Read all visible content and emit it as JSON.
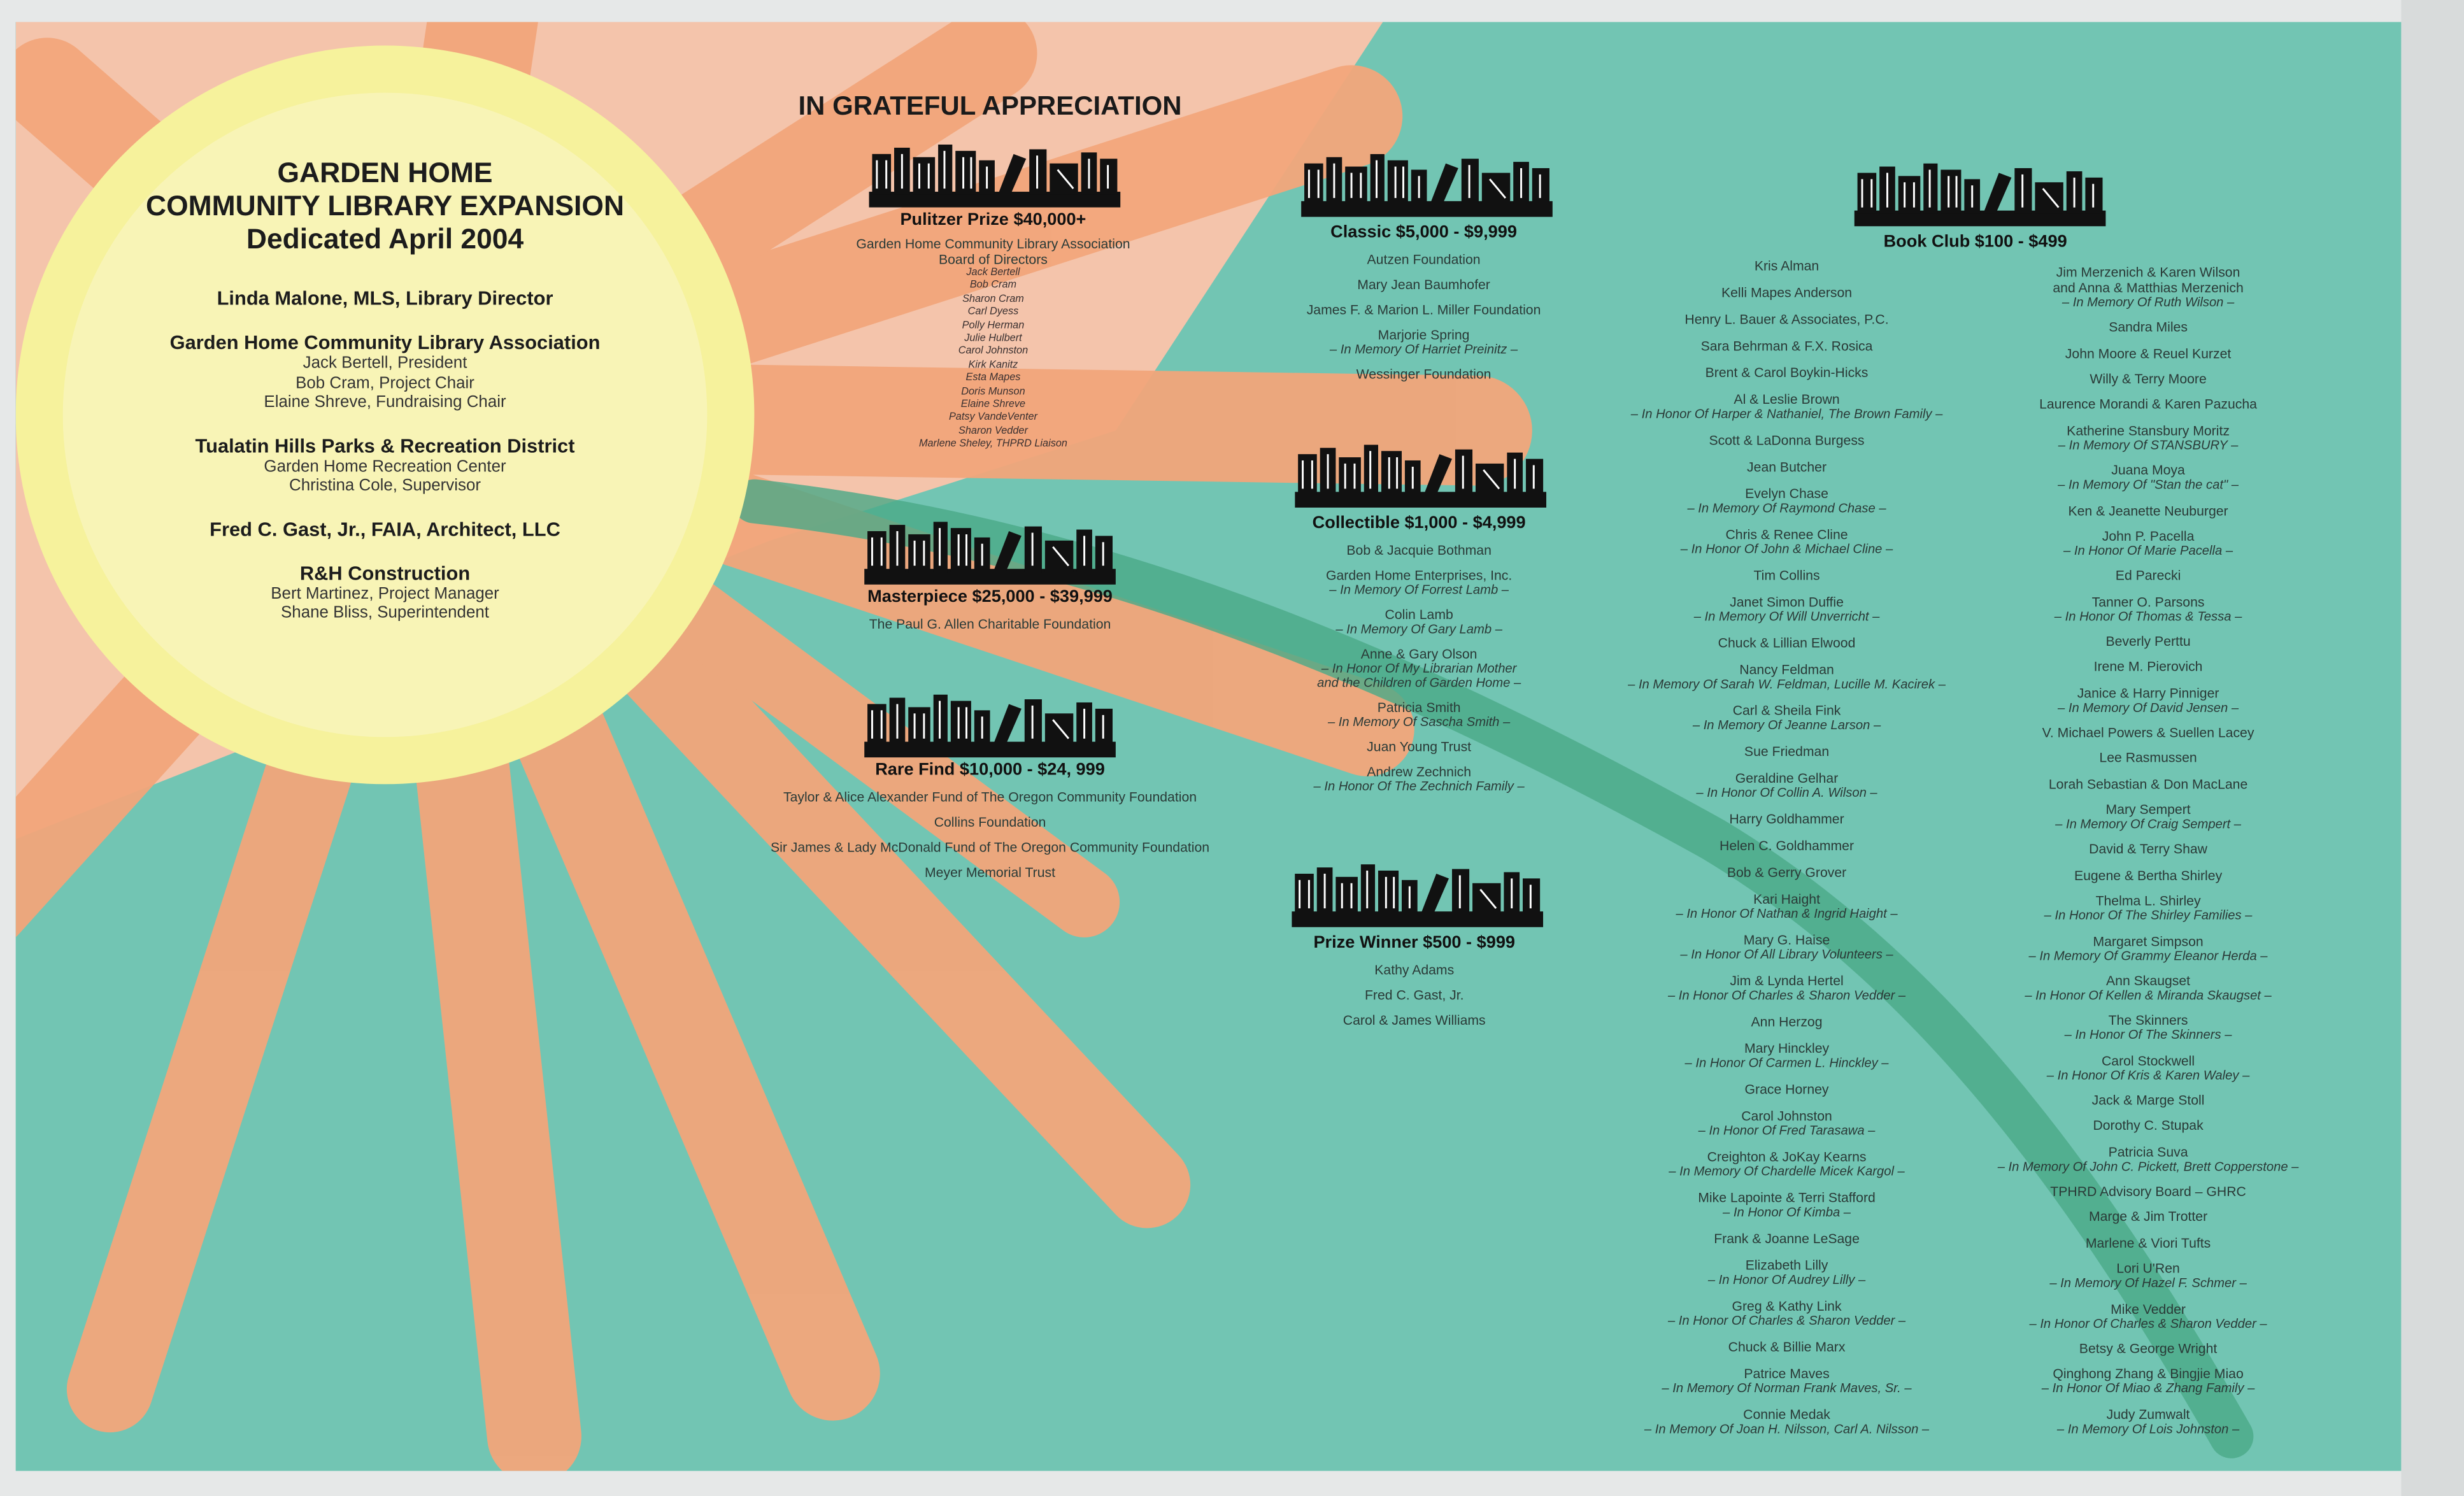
{
  "colors": {
    "teal": "#72c5b3",
    "peach": "#f2a67b",
    "sun": "#f6f29c",
    "streak": "#4aa987"
  },
  "left": {
    "title": [
      "GARDEN HOME",
      "COMMUNITY LIBRARY EXPANSION",
      "Dedicated April 2004"
    ],
    "director": "Linda Malone, MLS, Library Director",
    "association": {
      "head": "Garden Home Community Library Association",
      "lines": [
        "Jack Bertell, President",
        "Bob Cram, Project Chair",
        "Elaine Shreve, Fundraising Chair"
      ]
    },
    "district": {
      "head": "Tualatin Hills Parks & Recreation District",
      "lines": [
        "Garden Home Recreation Center",
        "Christina Cole, Supervisor"
      ]
    },
    "architect": "Fred C. Gast, Jr., FAIA, Architect, LLC",
    "construction": {
      "head": "R&H Construction",
      "lines": [
        "Bert Martinez, Project Manager",
        "Shane Bliss, Superintendent"
      ]
    }
  },
  "heading": "IN GRATEFUL APPRECIATION",
  "pulitzer": {
    "title": "Pulitzer Prize $40,000+",
    "org": "Garden Home Community Library Association",
    "board": "Board of Directors",
    "members": [
      "Jack Bertell",
      "Bob Cram",
      "Sharon Cram",
      "Carl Dyess",
      "Polly Herman",
      "Julie Hulbert",
      "Carol Johnston",
      "Kirk Kanitz",
      "Esta Mapes",
      "Doris Munson",
      "Elaine Shreve",
      "Patsy VandeVenter",
      "Sharon Vedder",
      "Marlene Sheley, THPRD Liaison"
    ]
  },
  "masterpiece": {
    "title": "Masterpiece $25,000 - $39,999",
    "entries": [
      {
        "name": "The Paul G. Allen Charitable Foundation"
      }
    ]
  },
  "rare_find": {
    "title": "Rare Find $10,000 - $24, 999",
    "entries": [
      {
        "name": "Taylor & Alice Alexander Fund of The Oregon Community Foundation"
      },
      {
        "name": "Collins Foundation"
      },
      {
        "name": "Sir James & Lady McDonald Fund of The Oregon Community Foundation"
      },
      {
        "name": "Meyer Memorial Trust"
      }
    ]
  },
  "classic": {
    "title": "Classic $5,000 - $9,999",
    "entries": [
      {
        "name": "Autzen Foundation"
      },
      {
        "name": "Mary Jean Baumhofer"
      },
      {
        "name": "James F. & Marion L. Miller Foundation"
      },
      {
        "name": "Marjorie Spring",
        "note": "– In Memory Of Harriet Preinitz –"
      },
      {
        "name": "Wessinger Foundation"
      }
    ]
  },
  "collectible": {
    "title": "Collectible $1,000 - $4,999",
    "entries": [
      {
        "name": "Bob & Jacquie Bothman"
      },
      {
        "name": "Garden Home Enterprises, Inc.",
        "note": "– In Memory Of Forrest Lamb –"
      },
      {
        "name": "Colin Lamb",
        "note": "– In Memory Of Gary Lamb –"
      },
      {
        "name": "Anne & Gary Olson",
        "note": "– In Honor Of My Librarian Mother",
        "note2": "and the Children of Garden Home –"
      },
      {
        "name": "Patricia Smith",
        "note": "– In Memory Of Sascha Smith –"
      },
      {
        "name": "Juan Young Trust"
      },
      {
        "name": "Andrew Zechnich",
        "note": "– In Honor Of The Zechnich Family –"
      }
    ]
  },
  "prize_winner": {
    "title": "Prize Winner $500 - $999",
    "entries": [
      {
        "name": "Kathy Adams"
      },
      {
        "name": "Fred C. Gast, Jr."
      },
      {
        "name": "Carol & James Williams"
      }
    ]
  },
  "book_club": {
    "title": "Book Club $100 - $499",
    "col1": [
      {
        "name": "Kris Alman"
      },
      {
        "name": "Kelli Mapes Anderson"
      },
      {
        "name": "Henry L. Bauer & Associates, P.C."
      },
      {
        "name": "Sara Behrman & F.X. Rosica"
      },
      {
        "name": "Brent & Carol Boykin-Hicks"
      },
      {
        "name": "Al & Leslie Brown",
        "note": "– In Honor Of Harper & Nathaniel, The Brown Family –"
      },
      {
        "name": "Scott & LaDonna Burgess"
      },
      {
        "name": "Jean Butcher"
      },
      {
        "name": "Evelyn Chase",
        "note": "– In Memory Of Raymond Chase –"
      },
      {
        "name": "Chris & Renee Cline",
        "note": "– In Honor Of John & Michael Cline –"
      },
      {
        "name": "Tim Collins"
      },
      {
        "name": "Janet Simon Duffie",
        "note": "– In Memory Of Will Unverricht –"
      },
      {
        "name": "Chuck & Lillian Elwood"
      },
      {
        "name": "Nancy Feldman",
        "note": "– In Memory Of Sarah W. Feldman, Lucille M. Kacirek –"
      },
      {
        "name": "Carl & Sheila Fink",
        "note": "– In Memory Of Jeanne Larson –"
      },
      {
        "name": "Sue Friedman"
      },
      {
        "name": "Geraldine Gelhar",
        "note": "– In Honor Of Collin A. Wilson –"
      },
      {
        "name": "Harry Goldhammer"
      },
      {
        "name": "Helen C. Goldhammer"
      },
      {
        "name": "Bob & Gerry Grover"
      },
      {
        "name": "Kari Haight",
        "note": "– In Honor Of Nathan & Ingrid Haight –"
      },
      {
        "name": "Mary G. Haise",
        "note": "– In Honor Of All Library Volunteers –"
      },
      {
        "name": "Jim & Lynda Hertel",
        "note": "– In Honor Of Charles & Sharon Vedder –"
      },
      {
        "name": "Ann Herzog"
      },
      {
        "name": "Mary Hinckley",
        "note": "– In Honor Of Carmen L. Hinckley –"
      },
      {
        "name": "Grace Horney"
      },
      {
        "name": "Carol Johnston",
        "note": "– In Honor Of Fred Tarasawa –"
      },
      {
        "name": "Creighton & JoKay Kearns",
        "note": "– In Memory Of Chardelle Micek Kargol –"
      },
      {
        "name": "Mike Lapointe & Terri Stafford",
        "note": "– In Honor Of Kimba –"
      },
      {
        "name": "Frank & Joanne LeSage"
      },
      {
        "name": "Elizabeth Lilly",
        "note": "– In Honor Of Audrey Lilly –"
      },
      {
        "name": "Greg & Kathy Link",
        "note": "– In Honor Of Charles & Sharon Vedder –"
      },
      {
        "name": "Chuck & Billie Marx"
      },
      {
        "name": "Patrice Maves",
        "note": "– In Memory Of Norman Frank Maves, Sr. –"
      },
      {
        "name": "Connie Medak",
        "note": "– In Memory Of Joan H. Nilsson, Carl A. Nilsson –"
      }
    ],
    "col2": [
      {
        "name": "Jim Merzenich & Karen Wilson",
        "name2": "and Anna & Matthias Merzenich",
        "note": "– In Memory Of Ruth Wilson –"
      },
      {
        "name": "Sandra Miles"
      },
      {
        "name": "John Moore & Reuel Kurzet"
      },
      {
        "name": "Willy & Terry Moore"
      },
      {
        "name": "Laurence Morandi & Karen Pazucha"
      },
      {
        "name": "Katherine Stansbury Moritz",
        "note": "– In Memory Of STANSBURY –"
      },
      {
        "name": "Juana Moya",
        "note": "– In Memory Of \"Stan the cat\" –"
      },
      {
        "name": "Ken & Jeanette Neuburger"
      },
      {
        "name": "John P. Pacella",
        "note": "– In Honor Of Marie Pacella –"
      },
      {
        "name": "Ed Parecki"
      },
      {
        "name": "Tanner O. Parsons",
        "note": "– In Honor Of Thomas & Tessa –"
      },
      {
        "name": "Beverly Perttu"
      },
      {
        "name": "Irene M. Pierovich"
      },
      {
        "name": "Janice & Harry Pinniger",
        "note": "– In Memory Of David Jensen –"
      },
      {
        "name": "V. Michael Powers & Suellen Lacey"
      },
      {
        "name": "Lee Rasmussen"
      },
      {
        "name": "Lorah Sebastian & Don MacLane"
      },
      {
        "name": "Mary Sempert",
        "note": "– In Memory Of Craig Sempert –"
      },
      {
        "name": "David & Terry Shaw"
      },
      {
        "name": "Eugene & Bertha Shirley"
      },
      {
        "name": "Thelma L. Shirley",
        "note": "– In Honor Of The Shirley Families –"
      },
      {
        "name": "Margaret Simpson",
        "note": "– In Memory Of Grammy Eleanor Herda –"
      },
      {
        "name": "Ann Skaugset",
        "note": "– In Honor Of Kellen & Miranda Skaugset –"
      },
      {
        "name": "The Skinners",
        "note": "– In Honor Of The Skinners –"
      },
      {
        "name": "Carol Stockwell",
        "note": "– In Honor Of Kris & Karen Waley –"
      },
      {
        "name": "Jack & Marge Stoll"
      },
      {
        "name": "Dorothy C. Stupak"
      },
      {
        "name": "Patricia Suva",
        "note": "– In Memory Of John C. Pickett, Brett Copperstone –"
      },
      {
        "name": "TPHRD Advisory Board – GHRC"
      },
      {
        "name": "Marge & Jim Trotter"
      },
      {
        "name": "Marlene & Viori Tufts"
      },
      {
        "name": "Lori U'Ren",
        "note": "– In Memory Of Hazel F. Schmer –"
      },
      {
        "name": "Mike Vedder",
        "note": "– In Honor Of Charles & Sharon Vedder –"
      },
      {
        "name": "Betsy & George Wright"
      },
      {
        "name": "Qinghong Zhang & Bingjie Miao",
        "note": "– In Honor Of Miao & Zhang Family –"
      },
      {
        "name": "Judy Zumwalt",
        "note": "– In Memory Of Lois Johnston –"
      }
    ]
  }
}
